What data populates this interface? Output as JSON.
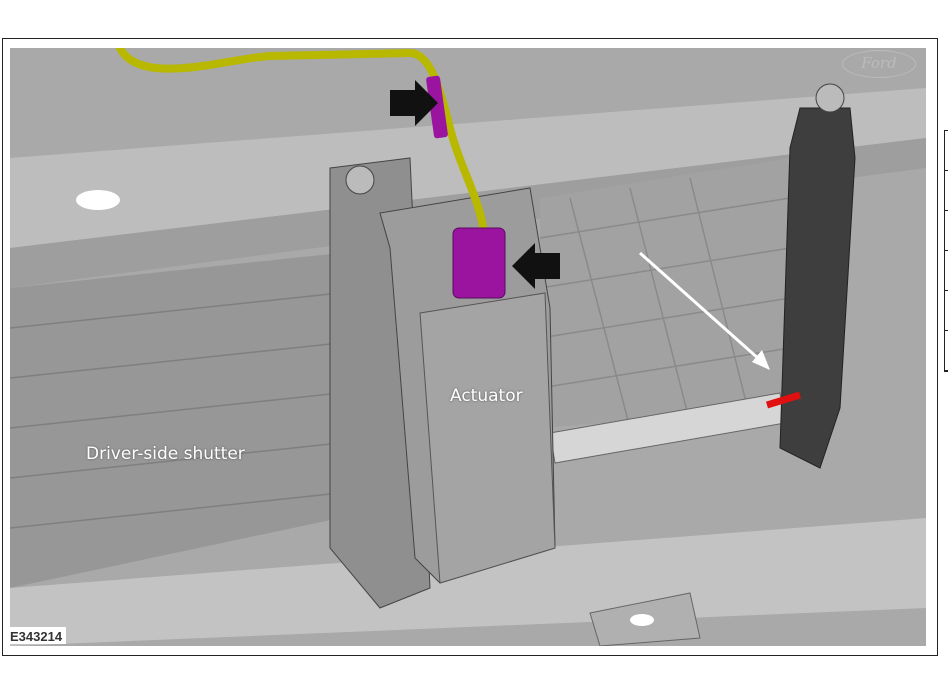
{
  "figure": {
    "id": "E343214",
    "labels": {
      "driver_side_shutter": "Driver-side shutter",
      "actuator": "Actuator"
    },
    "logo_text": "Ford",
    "colors": {
      "background": "#a9a9a9",
      "wire": "#b8b800",
      "connector": "#9a14a0",
      "arrow": "#111111",
      "pointer": "#ffffff",
      "mark": "#e01010"
    }
  }
}
